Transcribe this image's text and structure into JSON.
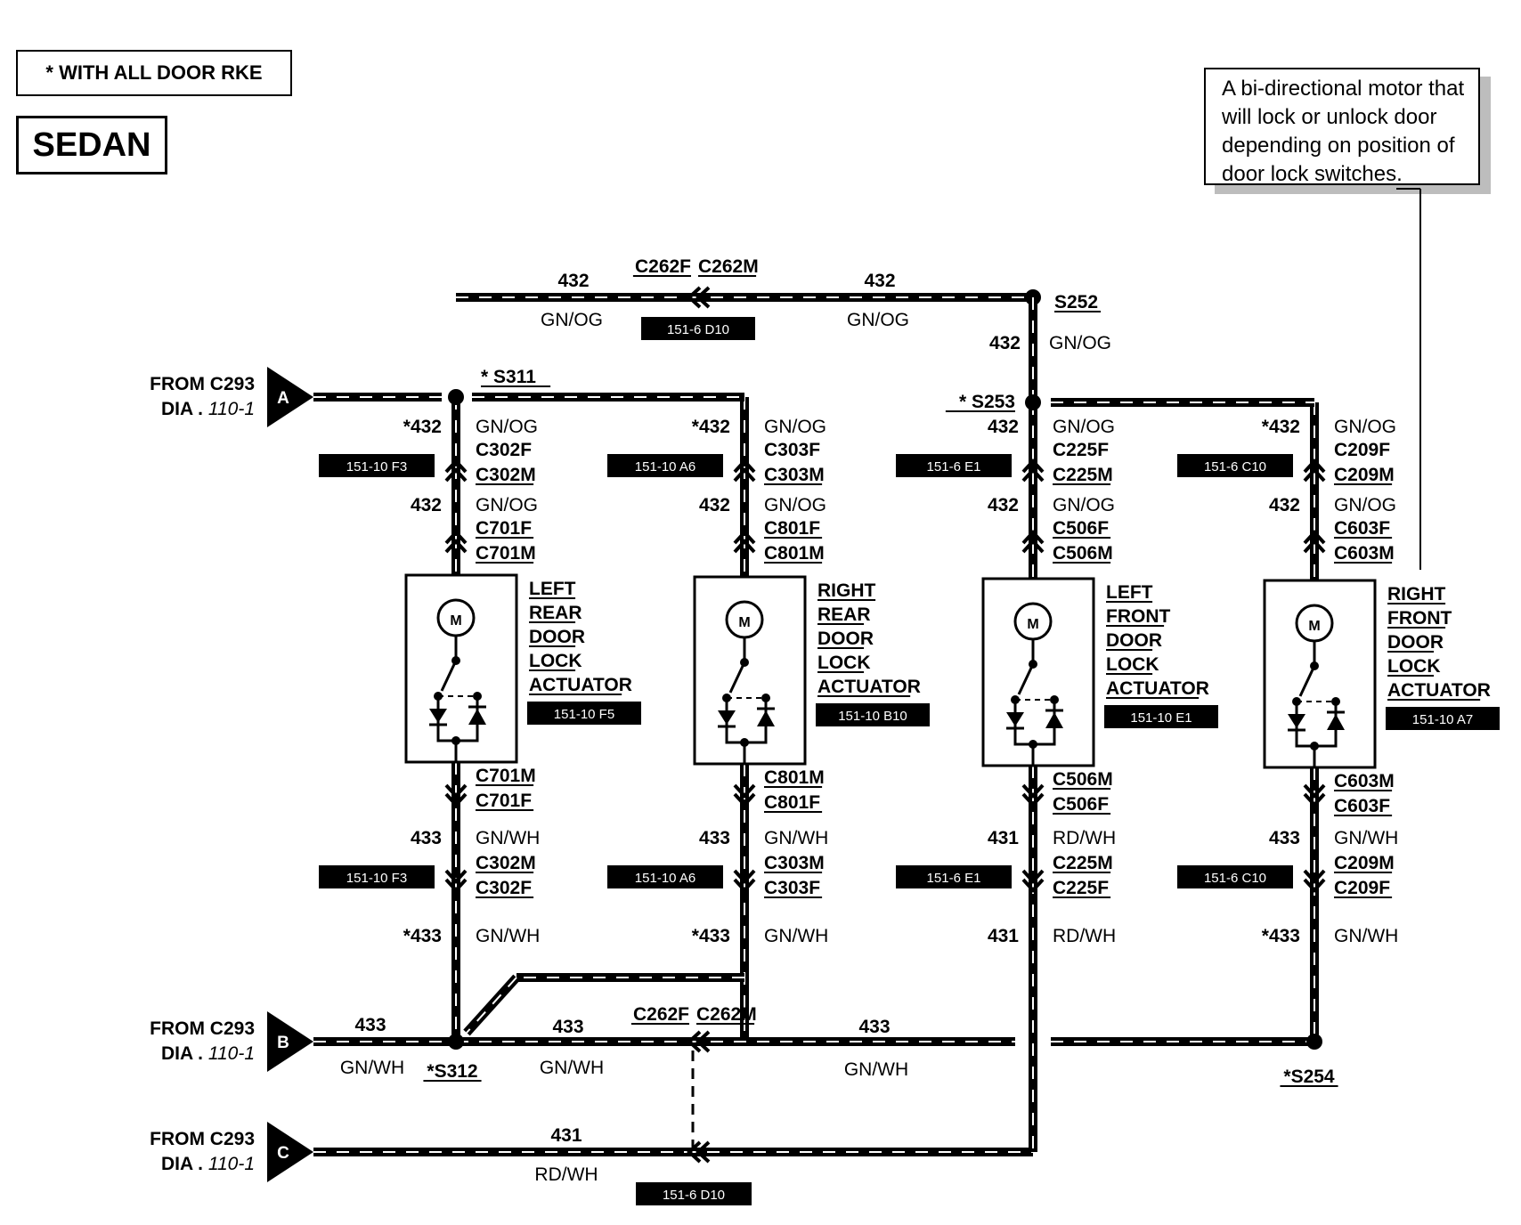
{
  "legend": {
    "text": "*  WITH ALL DOOR RKE"
  },
  "title": "SEDAN",
  "note": {
    "lines": [
      "A bi-directional motor that",
      "will lock or unlock door",
      "depending on position of",
      "door lock switches."
    ]
  },
  "inputs": [
    {
      "letter": "A",
      "line1": "FROM C293",
      "line2": "DIA . ",
      "line2_ref": "110-1"
    },
    {
      "letter": "B",
      "line1": "FROM C293",
      "line2": "DIA . ",
      "line2_ref": "110-1"
    },
    {
      "letter": "C",
      "line1": "FROM C293",
      "line2": "DIA . ",
      "line2_ref": "110-1"
    }
  ],
  "top_bus": {
    "left_circuit": "432",
    "left_color": "GN/OG",
    "connector_f": "C262F",
    "connector_m": "C262M",
    "ref": "151-6 D10",
    "right_circuit": "432",
    "right_color": "GN/OG"
  },
  "splices": {
    "s252": "S252",
    "s311": "* S311",
    "s253": "* S253",
    "s312": "*S312",
    "s254": "*S254"
  },
  "s252_drop": {
    "circuit": "432",
    "color": "GN/OG"
  },
  "bottom_bus": {
    "b_circuit": "433",
    "b_color": "GN/WH",
    "mid_circuit": "433",
    "mid_color": "GN/WH",
    "connector_f": "C262F",
    "connector_m": "C262M",
    "right_circuit": "433",
    "right_color": "GN/WH"
  },
  "c_bus": {
    "circuit": "431",
    "color": "RD/WH",
    "ref": "151-6 D10"
  },
  "actuators": [
    {
      "name": [
        "LEFT",
        "REAR",
        "DOOR",
        "LOCK",
        "ACTUATOR"
      ],
      "ref": "151-10 F5",
      "top_circuit": "*432",
      "top_color": "GN/OG",
      "top_conn_f": "C302F",
      "top_conn_m": "C302M",
      "top_ref": "151-10 F3",
      "mid_circuit": "432",
      "mid_color": "GN/OG",
      "act_conn_f": "C701F",
      "act_conn_m": "C701M",
      "bot_conn_m": "C701M",
      "bot_conn_f": "C701F",
      "bot_circuit": "433",
      "bot_color": "GN/WH",
      "bot2_conn_m": "C302M",
      "bot2_conn_f": "C302F",
      "bot_ref": "151-10 F3",
      "low_circuit": "*433",
      "low_color": "GN/WH"
    },
    {
      "name": [
        "RIGHT",
        "REAR",
        "DOOR",
        "LOCK",
        "ACTUATOR"
      ],
      "ref": "151-10 B10",
      "top_circuit": "*432",
      "top_color": "GN/OG",
      "top_conn_f": "C303F",
      "top_conn_m": "C303M",
      "top_ref": "151-10 A6",
      "mid_circuit": "432",
      "mid_color": "GN/OG",
      "act_conn_f": "C801F",
      "act_conn_m": "C801M",
      "bot_conn_m": "C801M",
      "bot_conn_f": "C801F",
      "bot_circuit": "433",
      "bot_color": "GN/WH",
      "bot2_conn_m": "C303M",
      "bot2_conn_f": "C303F",
      "bot_ref": "151-10 A6",
      "low_circuit": "*433",
      "low_color": "GN/WH"
    },
    {
      "name": [
        "LEFT",
        "FRONT",
        "DOOR",
        "LOCK",
        "ACTUATOR"
      ],
      "ref": "151-10 E1",
      "top_circuit": "432",
      "top_color": "GN/OG",
      "top_conn_f": "C225F",
      "top_conn_m": "C225M",
      "top_ref": "151-6 E1",
      "mid_circuit": "432",
      "mid_color": "GN/OG",
      "act_conn_f": "C506F",
      "act_conn_m": "C506M",
      "bot_conn_m": "C506M",
      "bot_conn_f": "C506F",
      "bot_circuit": "431",
      "bot_color": "RD/WH",
      "bot2_conn_m": "C225M",
      "bot2_conn_f": "C225F",
      "bot_ref": "151-6 E1",
      "low_circuit": "431",
      "low_color": "RD/WH"
    },
    {
      "name": [
        "RIGHT",
        "FRONT",
        "DOOR",
        "LOCK",
        "ACTUATOR"
      ],
      "ref": "151-10 A7",
      "top_circuit": "*432",
      "top_color": "GN/OG",
      "top_conn_f": "C209F",
      "top_conn_m": "C209M",
      "top_ref": "151-6 C10",
      "mid_circuit": "432",
      "mid_color": "GN/OG",
      "act_conn_f": "C603F",
      "act_conn_m": "C603M",
      "bot_conn_m": "C603M",
      "bot_conn_f": "C603F",
      "bot_circuit": "433",
      "bot_color": "GN/WH",
      "bot2_conn_m": "C209M",
      "bot2_conn_f": "C209F",
      "bot_ref": "151-6 C10",
      "low_circuit": "*433",
      "low_color": "GN/WH"
    }
  ],
  "motor_symbol": "M"
}
